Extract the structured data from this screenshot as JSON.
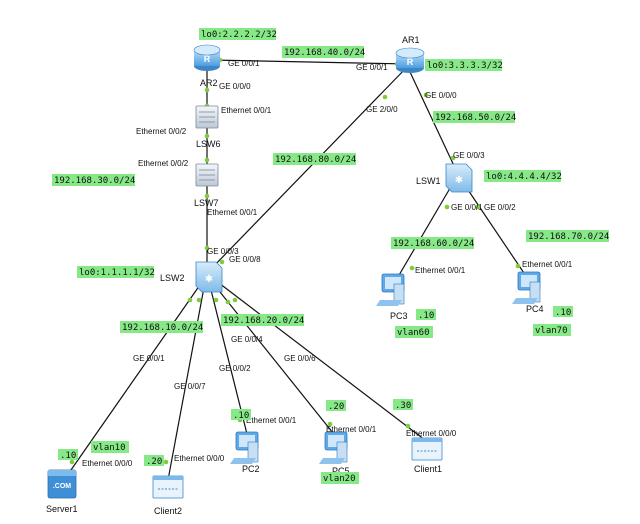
{
  "devices": {
    "ar1": "AR1",
    "ar2": "AR2",
    "lsw6": "LSW6",
    "lsw7": "LSW7",
    "lsw1": "LSW1",
    "lsw2": "LSW2",
    "pc3": "PC3",
    "pc4": "PC4",
    "pc2": "PC2",
    "pc5": "PC5",
    "client1": "Client1",
    "client2": "Client2",
    "server1": "Server1",
    "server_logo": ".COM"
  },
  "tags": {
    "ar2_lo": "lo0:2.2.2.2/32",
    "ar1_lo": "lo0:3.3.3.3/32",
    "lsw1_lo": "lo0:4.4.4.4/32",
    "lsw2_lo": "lo0:1.1.1.1/32",
    "net40": "192.168.40.0/24",
    "net50": "192.168.50.0/24",
    "net80": "192.168.80.0/24",
    "net30": "192.168.30.0/24",
    "net60": "192.168.60.0/24",
    "net70": "192.168.70.0/24",
    "net10": "192.168.10.0/24",
    "net20": "192.168.20.0/24",
    "pc3_ip": ".10",
    "pc4_ip": ".10",
    "vlan60": "vlan60",
    "vlan70": "vlan70",
    "server_ip": ".10",
    "vlan10": "vlan10",
    "client2_ip": ".20",
    "pc2_ip": ".10",
    "pc5_ip": ".20",
    "vlan20": "vlan20",
    "client1_ip": ".30"
  },
  "ports": {
    "ar2_ge001": "GE 0/0/1",
    "ar1_ge001": "GE 0/0/1",
    "ar2_ge000": "GE 0/0/0",
    "lsw6_e001": "Ethernet 0/0/1",
    "ar1_ge200": "GE 2/0/0",
    "ar1_ge000": "GE 0/0/0",
    "lsw6_e002": "Ethernet 0/0/2",
    "lsw7_e002": "Ethernet 0/0/2",
    "lsw1_ge003": "GE 0/0/3",
    "lsw7_e001": "Ethernet 0/0/1",
    "lsw1_ge001": "GE 0/0/1",
    "lsw1_ge002": "GE 0/0/2",
    "lsw2_ge003": "GE 0/0/3",
    "lsw2_ge008": "GE 0/0/8",
    "pc3_e001": "Ethernet 0/0/1",
    "pc4_e001": "Ethernet 0/0/1",
    "lsw2_ge004": "GE 0/0/4",
    "lsw2_ge001": "GE 0/0/1",
    "lsw2_ge002": "GE 0/0/2",
    "lsw2_ge006": "GE 0/0/6",
    "lsw2_ge007": "GE 0/0/7",
    "pc2_e001": "Ethernet 0/0/1",
    "pc5_e001": "Ethernet 0/0/1",
    "client1_e000": "Ethernet 0/0/0",
    "client2_e000": "Ethernet 0/0/0",
    "server1_e000": "Ethernet 0/0/0"
  },
  "colors": {
    "tag_bg": "#86e886",
    "link": "#111111",
    "port_dot": "#7ccc3c",
    "router_fill": "#6ab4ea",
    "switch_fill": "#dde6f0"
  }
}
